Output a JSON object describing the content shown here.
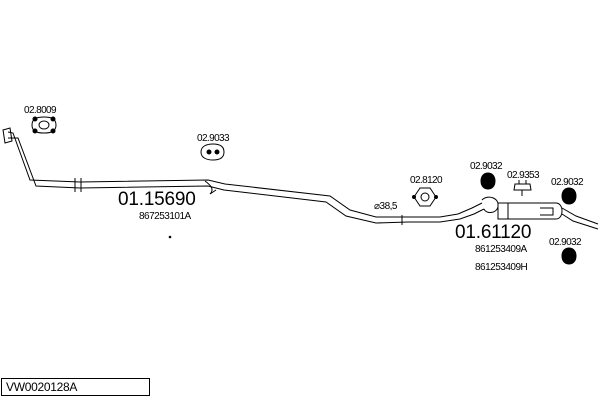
{
  "diagram": {
    "assembly_code": "VW0020128A",
    "pipe_diameter": "⌀38,5",
    "parts": {
      "clamp_top_left": "02.8009",
      "hanger_mid": "02.9033",
      "front_pipe_number": "01.15690",
      "front_pipe_ref": "867253101A",
      "mount_right": "02.8120",
      "hanger_right_1": "02.9032",
      "hanger_right_2": "02.9353",
      "hanger_right_3": "02.9032",
      "hanger_right_4": "02.9032",
      "rear_silencer_number": "01.61120",
      "rear_silencer_ref_1": "861253409A",
      "rear_silencer_ref_2": "861253409H"
    }
  }
}
